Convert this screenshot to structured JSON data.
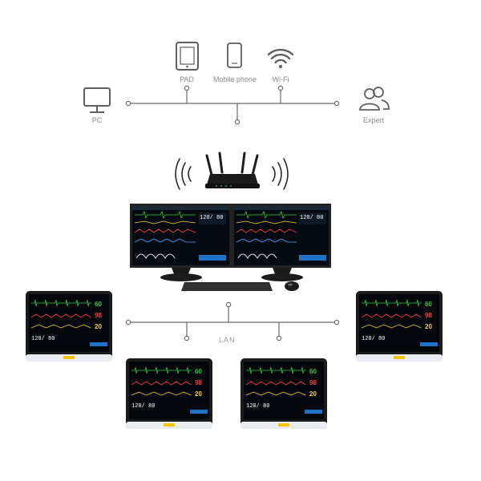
{
  "top_network": {
    "pad_label": "PAD",
    "mobile_label": "Mobile phone",
    "wifi_label": "Wi-Fi",
    "pc_label": "PC",
    "expert_label": "Expert"
  },
  "lan": {
    "label": "LAN"
  },
  "central_station": {
    "left_screen": {
      "nibp": "120/ 80",
      "hr": "",
      "spo2": ""
    },
    "right_screen": {
      "nibp": "120/ 80"
    }
  },
  "bedside_monitor": {
    "hr": "60",
    "spo2": "98",
    "resp": "20",
    "nibp": "120/ 80"
  },
  "colors": {
    "line": "#6b6b6b",
    "icon": "#5f5f5f",
    "hr": "#2ecc40",
    "spo2": "#ff3b3b",
    "resp": "#ffd21f",
    "bezel": "#1a1a1a"
  }
}
